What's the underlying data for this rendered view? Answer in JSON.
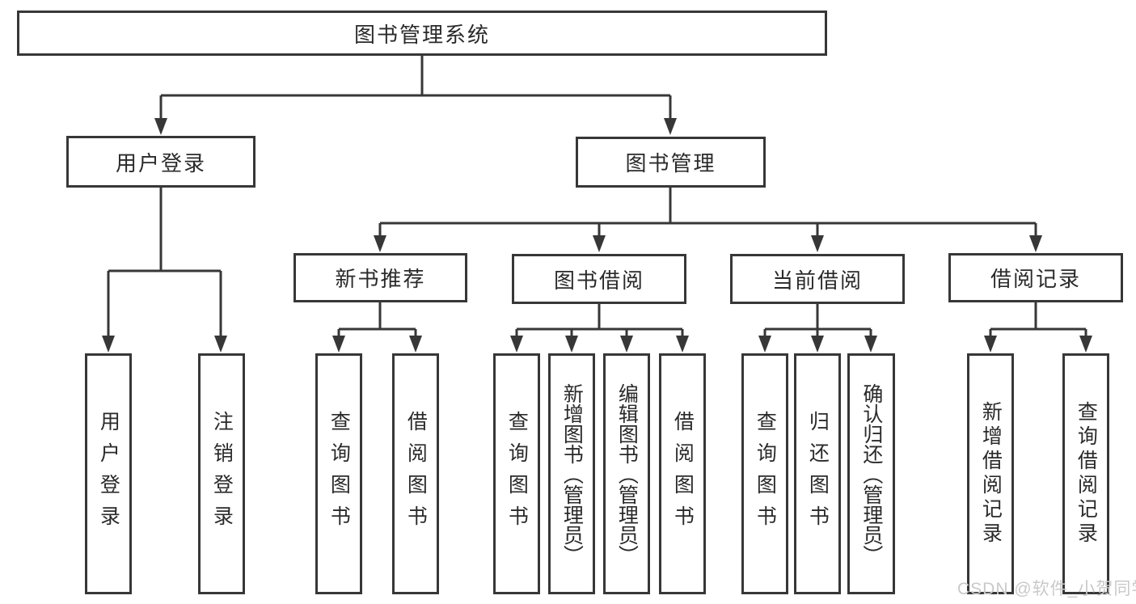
{
  "diagram": {
    "tree": {
      "label": "图书管理系统",
      "children": [
        {
          "label": "用户登录",
          "children": [
            {
              "label": "用户登录"
            },
            {
              "label": "注销登录"
            }
          ]
        },
        {
          "label": "图书管理",
          "children": [
            {
              "label": "新书推荐",
              "children": [
                {
                  "label": "查询图书"
                },
                {
                  "label": "借阅图书"
                }
              ]
            },
            {
              "label": "图书借阅",
              "children": [
                {
                  "label": "查询图书"
                },
                {
                  "label": "新增图书（管理员）"
                },
                {
                  "label": "编辑图书（管理员）"
                },
                {
                  "label": "借阅图书"
                }
              ]
            },
            {
              "label": "当前借阅",
              "children": [
                {
                  "label": "查询图书"
                },
                {
                  "label": "归还图书"
                },
                {
                  "label": "确认归还（管理员）"
                }
              ]
            },
            {
              "label": "借阅记录",
              "children": [
                {
                  "label": "新增借阅记录"
                },
                {
                  "label": "查询借阅记录"
                }
              ]
            }
          ]
        }
      ]
    }
  },
  "watermark": {
    "text": "CSDN @软件_小贺同学"
  },
  "colors": {
    "line": "#373737",
    "border": "#373737",
    "text": "#2a2a2a",
    "background": "#ffffff",
    "watermark": "#c9c9c9"
  }
}
